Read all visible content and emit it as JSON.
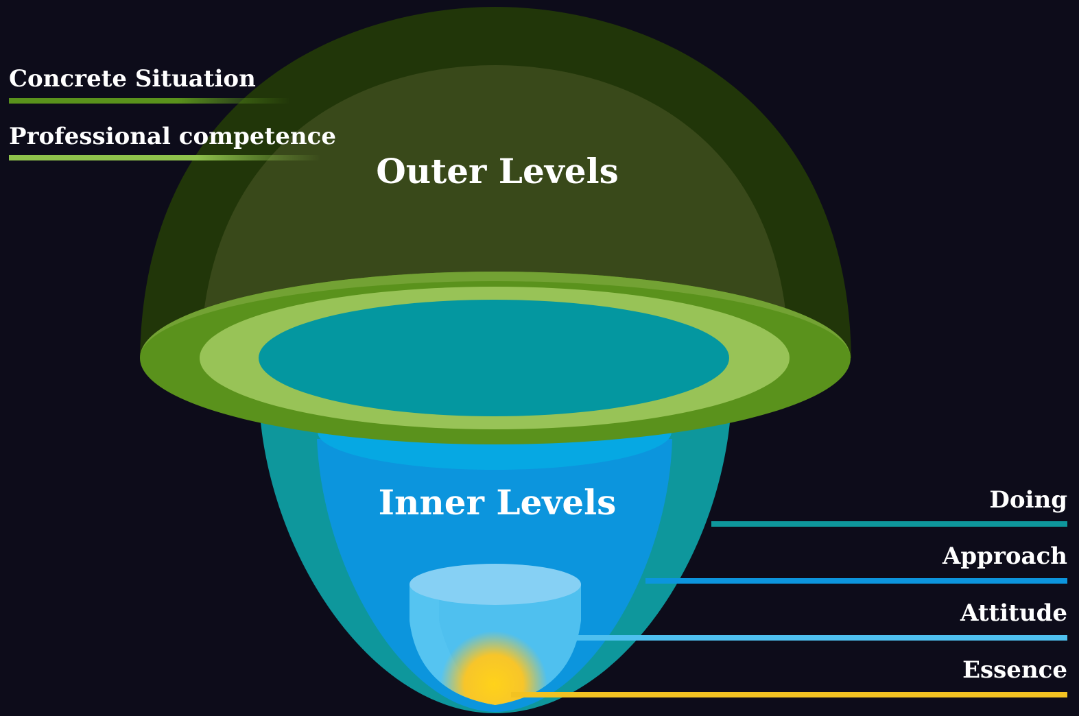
{
  "diagram": {
    "outer_title": "Outer Levels",
    "inner_title": "Inner Levels",
    "outer_labels": [
      {
        "text": "Concrete Situation",
        "color": "#5a921c"
      },
      {
        "text": "Professional competence",
        "color": "#8fc24c"
      }
    ],
    "inner_labels": [
      {
        "text": "Doing",
        "color": "#0e979c"
      },
      {
        "text": "Approach",
        "color": "#0c95dd"
      },
      {
        "text": "Attitude",
        "color": "#4fc0ef"
      },
      {
        "text": "Essence",
        "color": "#f2c222"
      }
    ]
  }
}
